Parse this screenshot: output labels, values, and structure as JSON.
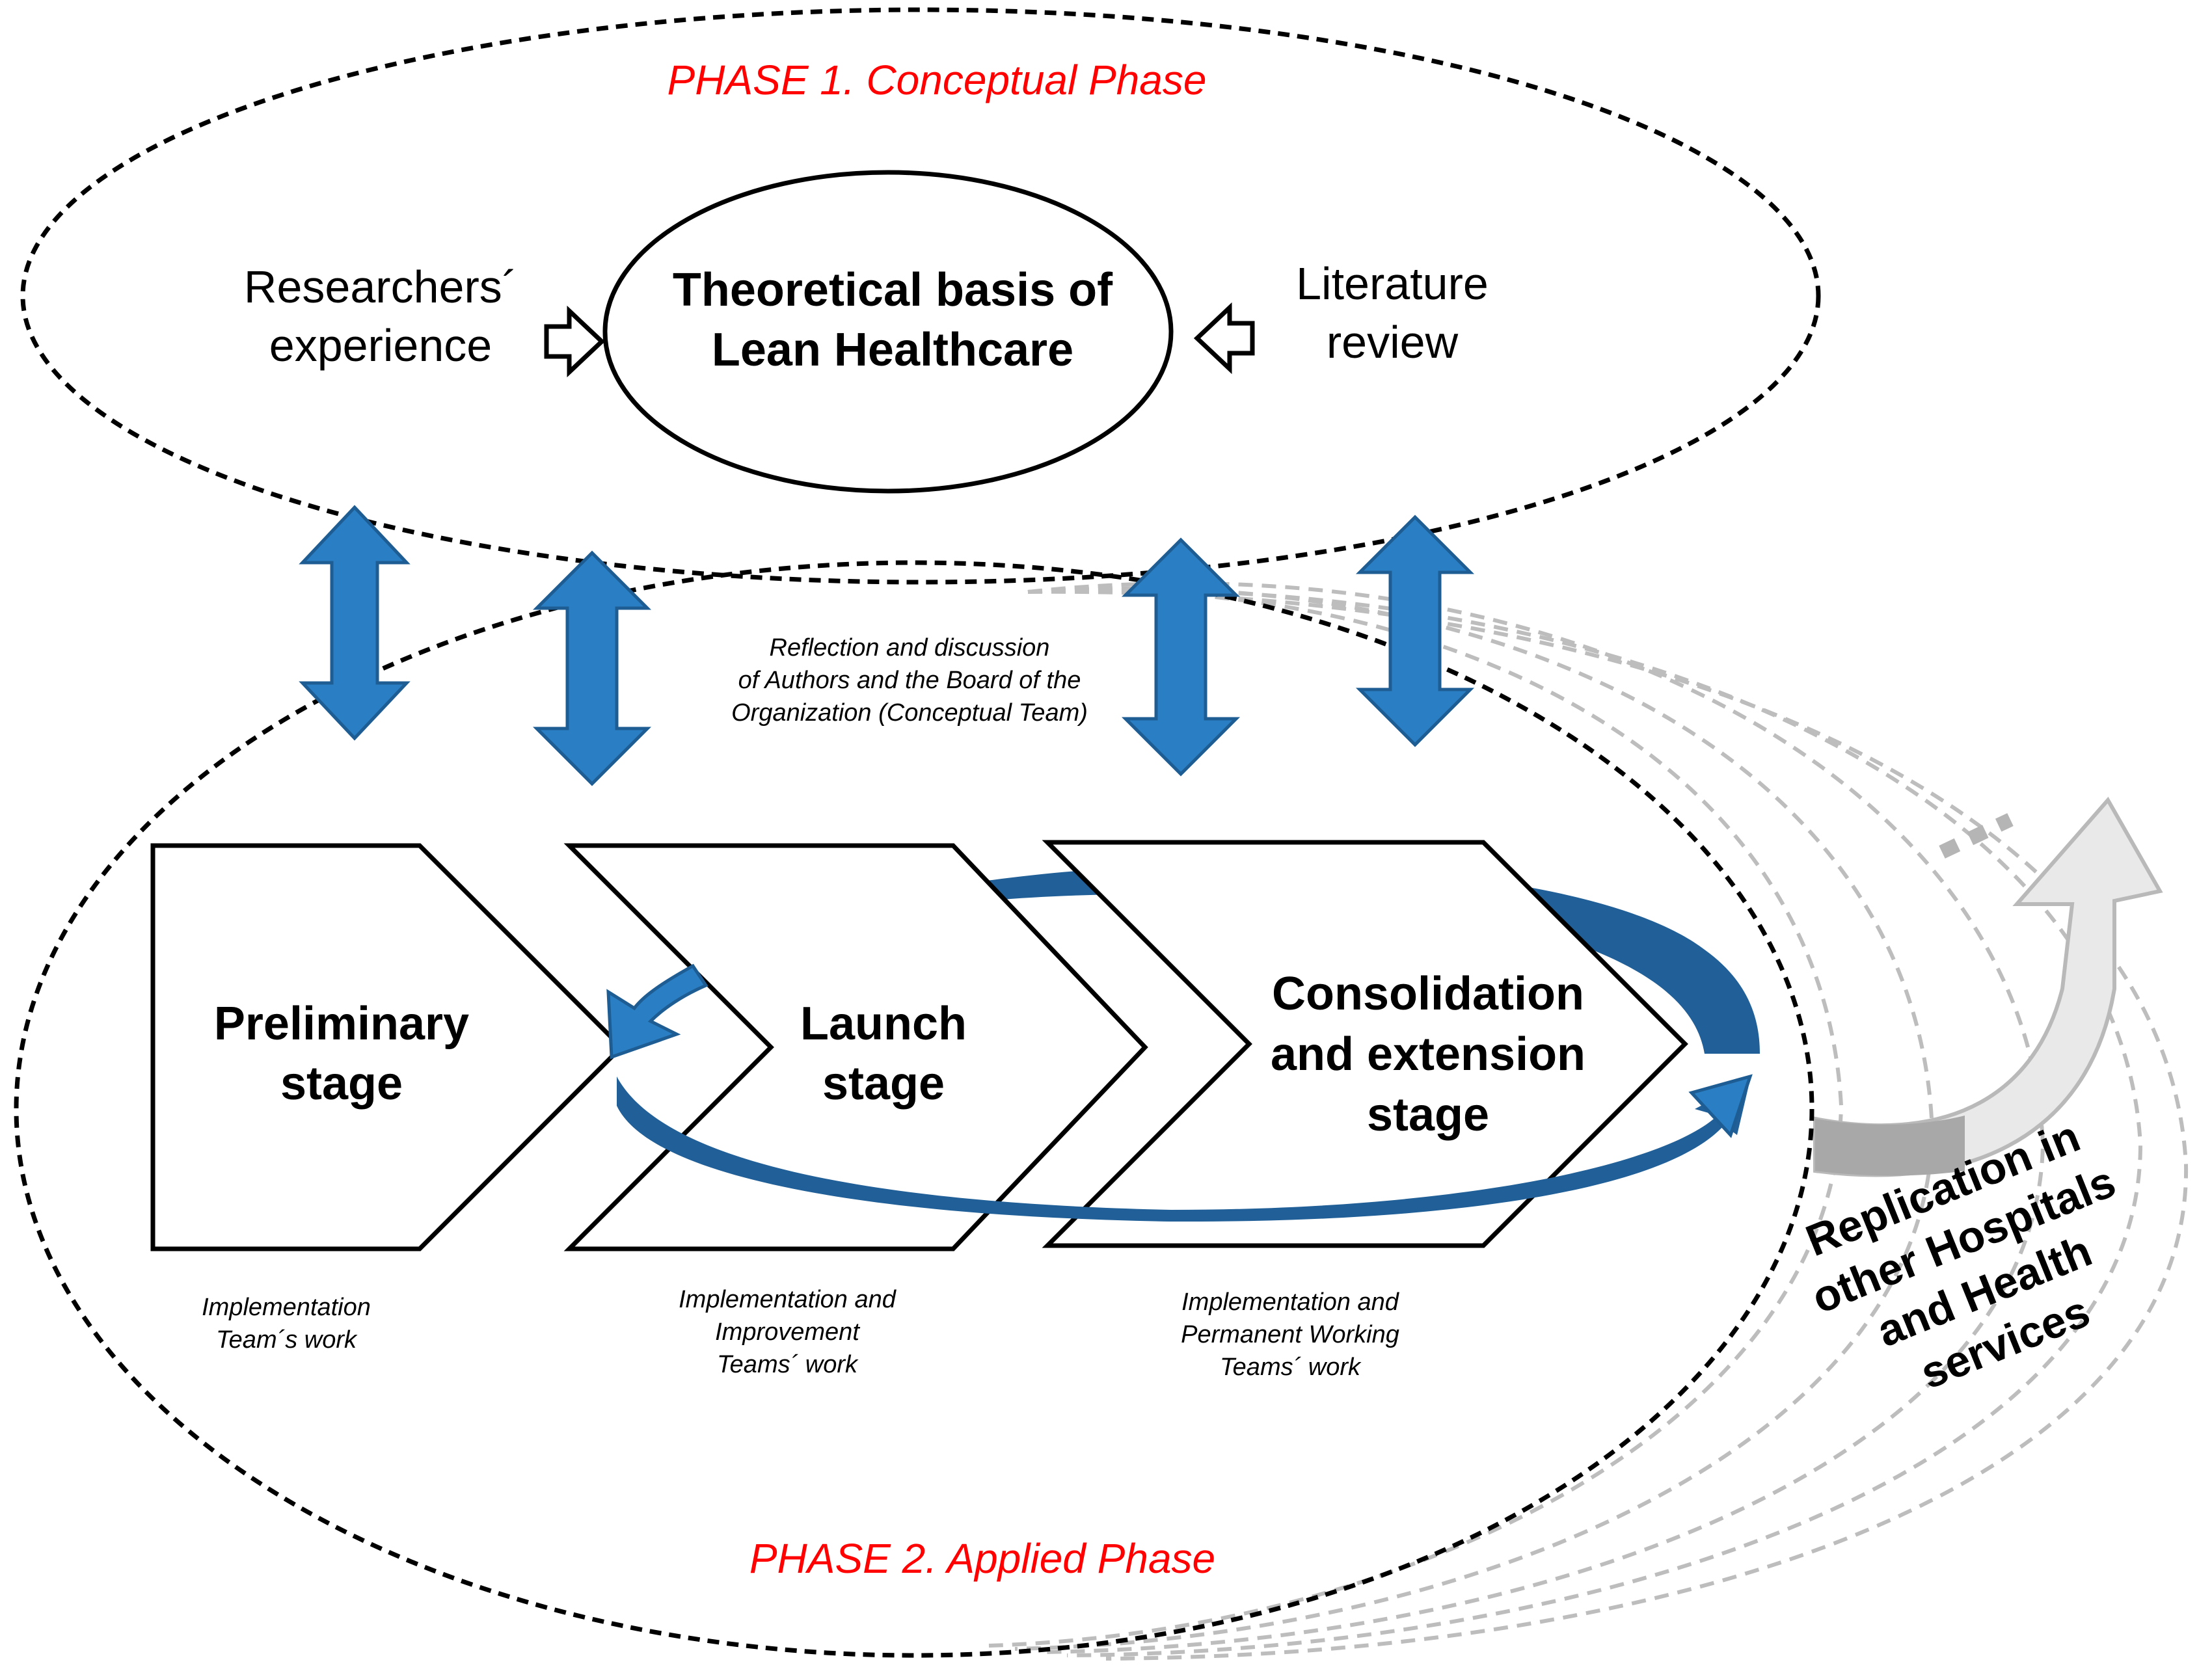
{
  "phase1": {
    "title": "PHASE 1. Conceptual Phase",
    "left_input": [
      "Researchers´",
      "experience"
    ],
    "core": [
      "Theoretical basis of",
      "Lean Healthcare"
    ],
    "right_input": [
      "Literature",
      "review"
    ]
  },
  "reflection": [
    "Reflection and discussion",
    "of Authors and the Board of the",
    "Organization (Conceptual Team)"
  ],
  "stages": [
    {
      "name": [
        "Preliminary",
        "stage"
      ],
      "caption": [
        "Implementation",
        "Team´s work"
      ]
    },
    {
      "name": [
        "Launch",
        "stage"
      ],
      "caption": [
        "Implementation and",
        "Improvement",
        "Teams´ work"
      ]
    },
    {
      "name": [
        "Consolidation",
        "and extension",
        "stage"
      ],
      "caption": [
        "Implementation and",
        "Permanent Working",
        "Teams´ work"
      ]
    }
  ],
  "phase2": {
    "title": "PHASE 2. Applied Phase"
  },
  "replication": [
    "Replication in",
    "other Hospitals",
    "and Health",
    "services"
  ],
  "colors": {
    "phase_title": "#ff0000",
    "arrow_blue": "#2a7fc4",
    "arrow_dark": "#1d5d93",
    "replication_grey": "#bdbdbd"
  }
}
